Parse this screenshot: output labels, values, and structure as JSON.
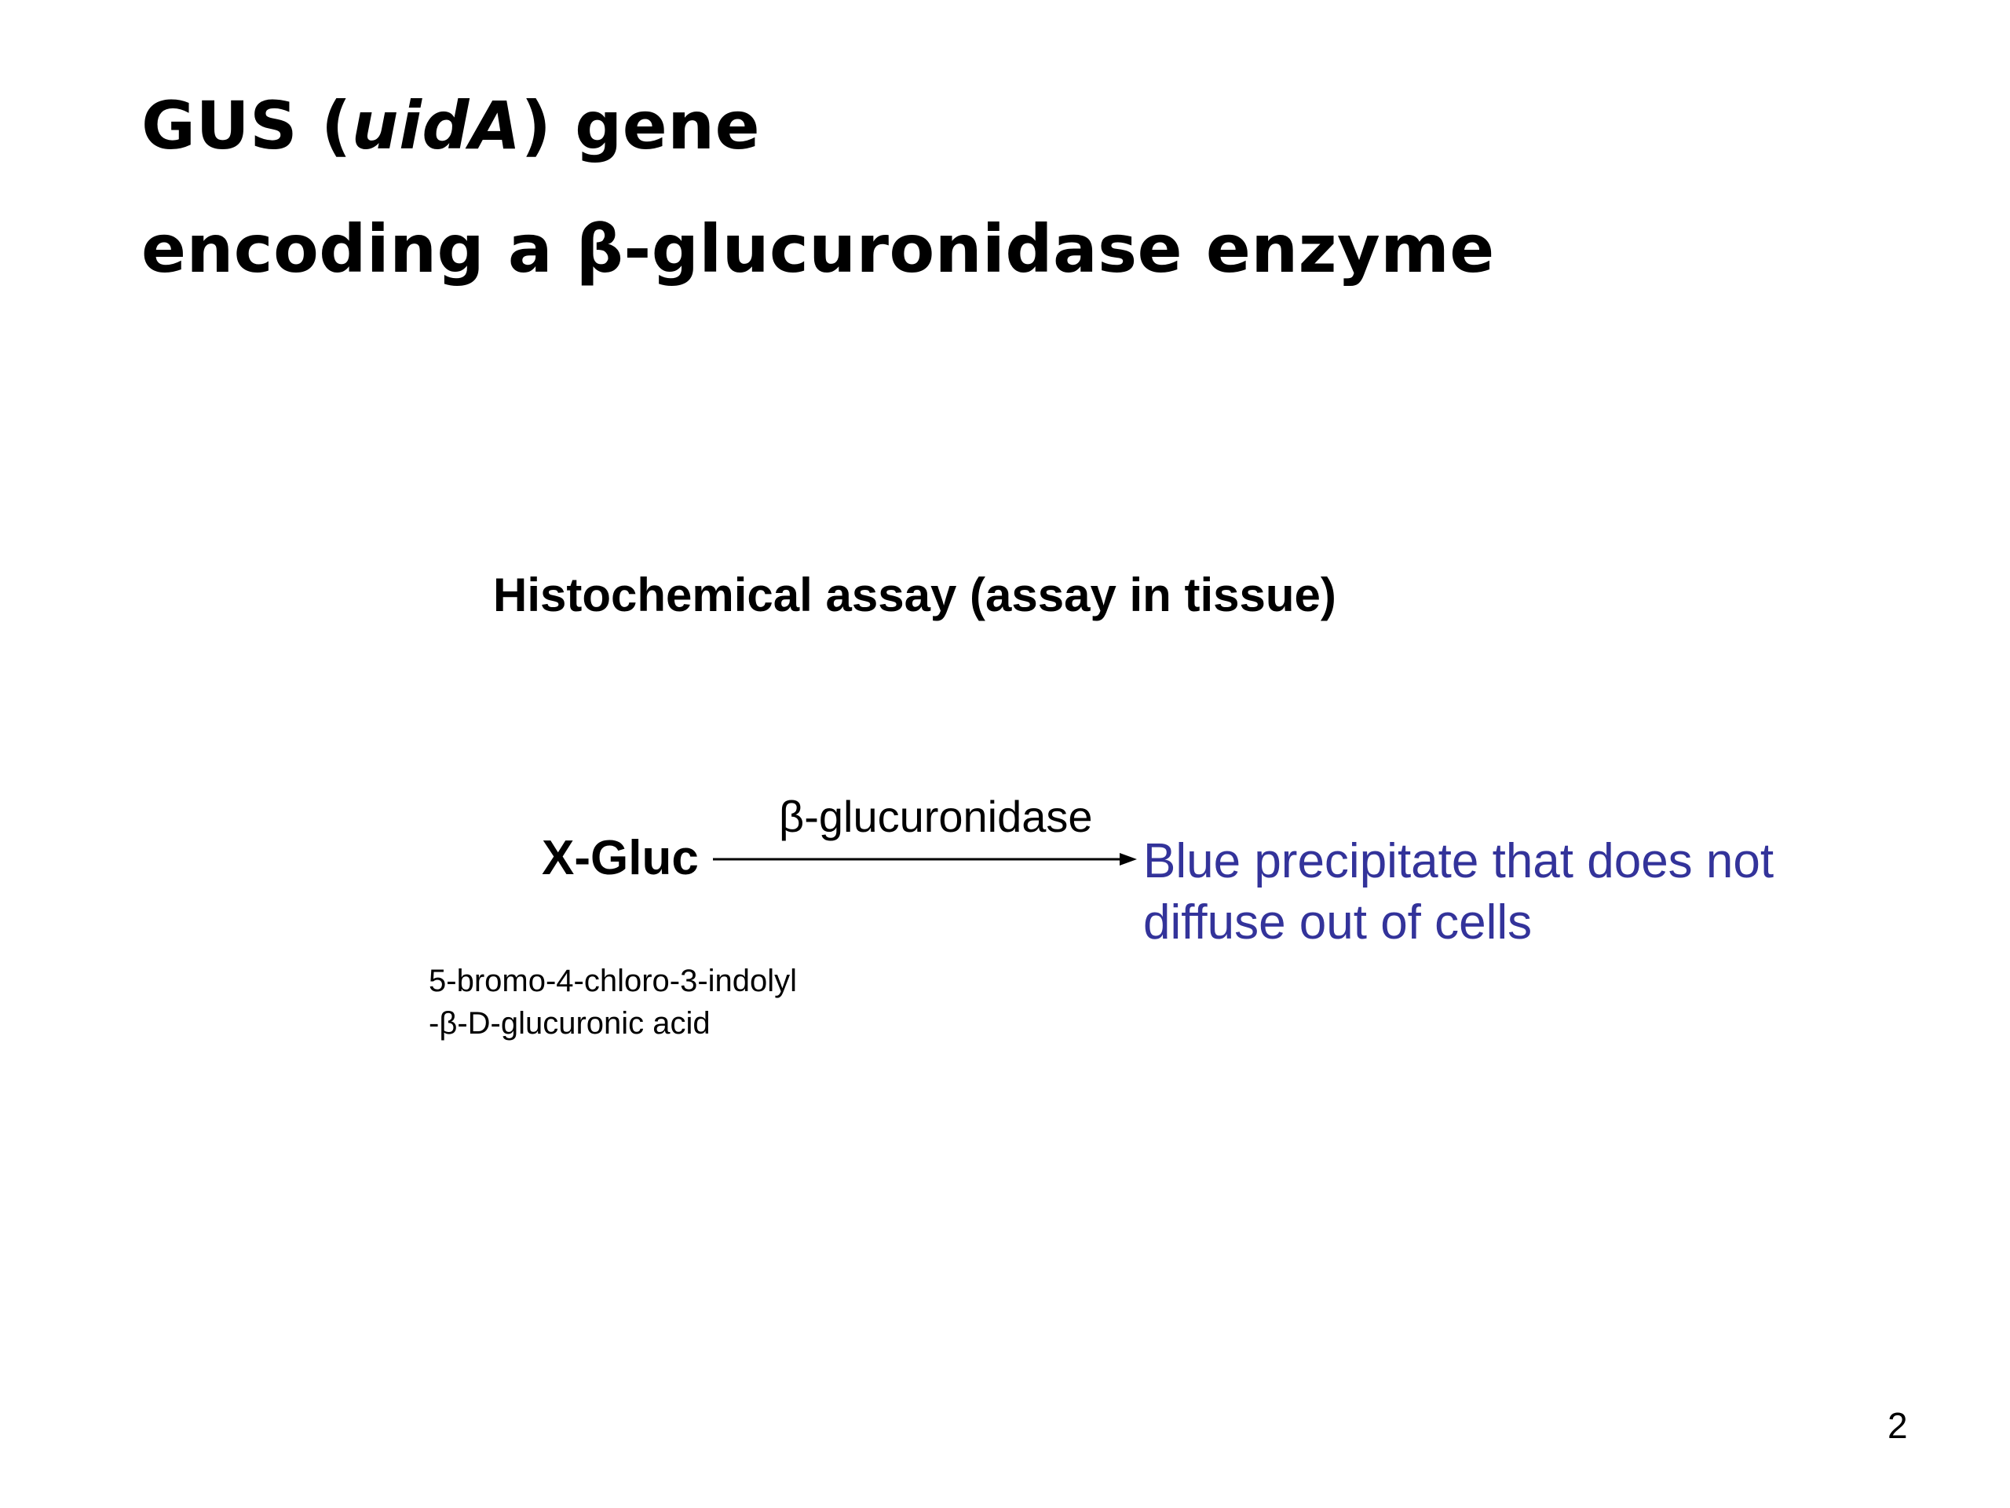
{
  "title": {
    "line1_prefix": "GUS (",
    "line1_italic": "uidA",
    "line1_suffix": ") gene",
    "line2": "encoding a β-glucuronidase enzyme"
  },
  "assay": {
    "heading": "Histochemical assay (assay in tissue)",
    "substrate": "X-Gluc",
    "enzyme": "β-glucuronidase",
    "product_line1": "Blue precipitate that does not",
    "product_line2": "diffuse out of cells",
    "substrate_full_line1": "5-bromo-4-chloro-3-indolyl",
    "substrate_full_line2": "-β-D-glucuronic acid"
  },
  "page_number": "2",
  "colors": {
    "product_text": "#33339a",
    "text": "#000000",
    "background": "#ffffff"
  },
  "icons": {
    "reaction_arrow": "right-arrow-icon"
  }
}
